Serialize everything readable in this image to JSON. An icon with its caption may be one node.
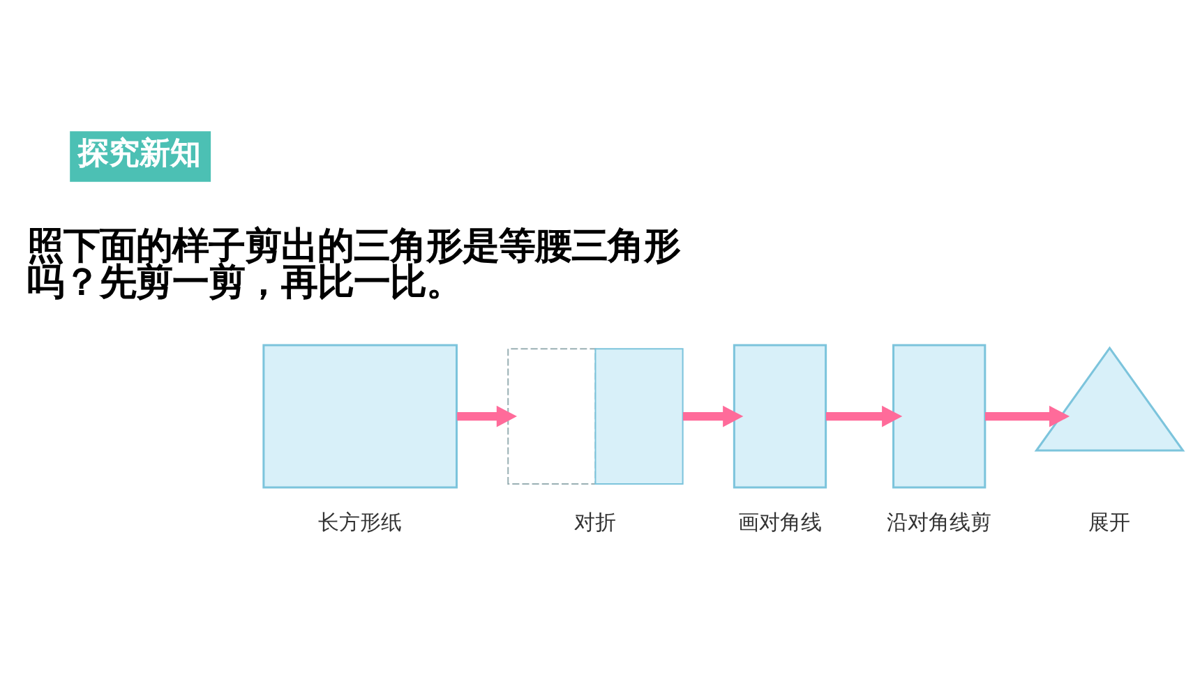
{
  "diagram": {
    "nodes": [
      {
        "text": [],
        "shape": "box",
        "beside": [
          "长方形纸"
        ]
      },
      {
        "text": [],
        "shape": "box",
        "beside": [
          "对折"
        ]
      },
      {
        "text": [],
        "shape": "box",
        "beside": [
          "画对角线"
        ]
      },
      {
        "text": [],
        "shape": "box",
        "beside": [
          "沿对角线剪"
        ]
      },
      {
        "text": [],
        "shape": "triangle",
        "beside": [
          "展开"
        ]
      }
    ],
    "edges": [
      {
        "from": 0,
        "to": 1,
        "arrow": "to"
      },
      {
        "from": 1,
        "to": 2,
        "arrow": "to"
      },
      {
        "from": 2,
        "to": 3,
        "arrow": "to"
      },
      {
        "from": 3,
        "to": 4,
        "arrow": "to"
      }
    ],
    "labels": [
      "探究新知",
      "照下面的样子剪出的三角形是等腰三角形吗？先剪一剪，再比一比。"
    ]
  }
}
